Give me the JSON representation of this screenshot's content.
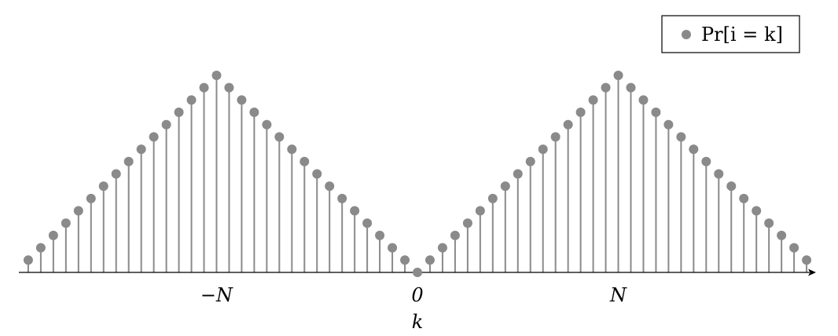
{
  "chart_data": {
    "type": "scatter",
    "style": "stem",
    "legend": {
      "entries": [
        "Pr[i = k]"
      ],
      "placement": "top-right"
    },
    "xlabel": "k",
    "ylabel": "",
    "xticks": [
      {
        "value": -16,
        "label": "−N"
      },
      {
        "value": 0,
        "label": "0"
      },
      {
        "value": 16,
        "label": "N"
      }
    ],
    "xlim": [
      -31,
      31
    ],
    "ylim": [
      0,
      16
    ],
    "grid": false,
    "color": "#8a8a8a",
    "series": [
      {
        "name": "Pr[i = k]",
        "x": [
          -31,
          -30,
          -29,
          -28,
          -27,
          -26,
          -25,
          -24,
          -23,
          -22,
          -21,
          -20,
          -19,
          -18,
          -17,
          -16,
          -15,
          -14,
          -13,
          -12,
          -11,
          -10,
          -9,
          -8,
          -7,
          -6,
          -5,
          -4,
          -3,
          -2,
          -1,
          0,
          1,
          2,
          3,
          4,
          5,
          6,
          7,
          8,
          9,
          10,
          11,
          12,
          13,
          14,
          15,
          16,
          17,
          18,
          19,
          20,
          21,
          22,
          23,
          24,
          25,
          26,
          27,
          28,
          29,
          30,
          31
        ],
        "y": [
          1,
          2,
          3,
          4,
          5,
          6,
          7,
          8,
          9,
          10,
          11,
          12,
          13,
          14,
          15,
          16,
          15,
          14,
          13,
          12,
          11,
          10,
          9,
          8,
          7,
          6,
          5,
          4,
          3,
          2,
          1,
          0,
          1,
          2,
          3,
          4,
          5,
          6,
          7,
          8,
          9,
          10,
          11,
          12,
          13,
          14,
          15,
          16,
          15,
          14,
          13,
          12,
          11,
          10,
          9,
          8,
          7,
          6,
          5,
          4,
          3,
          2,
          1
        ]
      }
    ]
  }
}
